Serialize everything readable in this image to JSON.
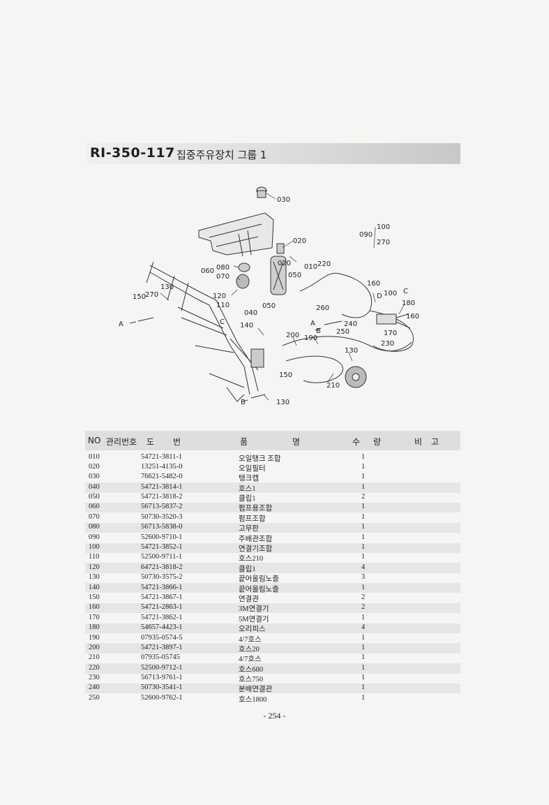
{
  "header": {
    "code": "RI-350-117",
    "name": "집중주유장치 그룹 1"
  },
  "diagram": {
    "callouts": {
      "c030": "030",
      "c020": "020",
      "c010": "010",
      "c050a": "050",
      "c220": "220",
      "c100a": "100",
      "c270a": "270",
      "c090": "090",
      "c060": "060",
      "c080": "080",
      "c070": "070",
      "c020b": "020",
      "c130a": "130",
      "c270b": "270",
      "c150a": "150",
      "c120": "120",
      "c110": "110",
      "c040": "040",
      "c050b": "050",
      "c160a": "160",
      "c100b": "100",
      "c180": "180",
      "c160b": "160",
      "c260": "260",
      "c240": "240",
      "c250": "250",
      "c170": "170",
      "c230": "230",
      "c140": "140",
      "c200": "200",
      "c190": "190",
      "c130b": "130",
      "c150b": "150",
      "c210": "210",
      "c130c": "130",
      "lA1": "A",
      "lA2": "A",
      "lB1": "B",
      "lB2": "B",
      "lC1": "C",
      "lC2": "C",
      "lD": "D"
    }
  },
  "table": {
    "headers": {
      "no": "NO",
      "mgmt": "관리번호",
      "drawing_a": "도",
      "drawing_b": "번",
      "name_a": "품",
      "name_b": "명",
      "qty_a": "수",
      "qty_b": "량",
      "note_a": "비",
      "note_b": "고"
    },
    "rows": [
      {
        "no": "010",
        "part": "54721-3811-1",
        "name": "오일탱크 조합",
        "qty": "1"
      },
      {
        "no": "020",
        "part": "13251-4135-0",
        "name": "오일필터",
        "qty": "1"
      },
      {
        "no": "030",
        "part": "76621-5482-0",
        "name": "탱크캡",
        "qty": "1"
      },
      {
        "no": "040",
        "part": "54721-3814-1",
        "name": "호스1",
        "qty": "1"
      },
      {
        "no": "050",
        "part": "54721-3818-2",
        "name": "클립1",
        "qty": "2"
      },
      {
        "no": "060",
        "part": "56713-5837-2",
        "name": "펌프용조합",
        "qty": "1"
      },
      {
        "no": "070",
        "part": "50730-3520-3",
        "name": "펌프조합",
        "qty": "1"
      },
      {
        "no": "080",
        "part": "56713-5838-0",
        "name": "고무판",
        "qty": "1"
      },
      {
        "no": "090",
        "part": "52600-9710-1",
        "name": "주배관조합",
        "qty": "1"
      },
      {
        "no": "100",
        "part": "54721-3852-1",
        "name": "연결기조합",
        "qty": "1"
      },
      {
        "no": "110",
        "part": "52500-9711-1",
        "name": "호스210",
        "qty": "1"
      },
      {
        "no": "120",
        "part": "64721-3818-2",
        "name": "클립1",
        "qty": "4"
      },
      {
        "no": "130",
        "part": "50730-3575-2",
        "name": "끝어올림노즐",
        "qty": "3"
      },
      {
        "no": "140",
        "part": "54721-3866-1",
        "name": "끝어올림노즐",
        "qty": "1"
      },
      {
        "no": "150",
        "part": "54721-3867-1",
        "name": "연결관",
        "qty": "2"
      },
      {
        "no": "160",
        "part": "54721-2863-1",
        "name": "3M연결기",
        "qty": "2"
      },
      {
        "no": "170",
        "part": "54721-3862-1",
        "name": "5M연결기",
        "qty": "1"
      },
      {
        "no": "180",
        "part": "54657-4423-1",
        "name": "오리피스",
        "qty": "4"
      },
      {
        "no": "190",
        "part": "07935-0574-5",
        "name": "4/7호스",
        "qty": "1"
      },
      {
        "no": "200",
        "part": "54721-3897-1",
        "name": "호스20",
        "qty": "1"
      },
      {
        "no": "210",
        "part": "07935-05745",
        "name": "4/7호스",
        "qty": "1"
      },
      {
        "no": "220",
        "part": "52500-9712-1",
        "name": "호스680",
        "qty": "1"
      },
      {
        "no": "230",
        "part": "56713-9761-1",
        "name": "호스750",
        "qty": "1"
      },
      {
        "no": "240",
        "part": "50730-3541-1",
        "name": "분배연결관",
        "qty": "1"
      },
      {
        "no": "250",
        "part": "52600-9762-1",
        "name": "호스1800",
        "qty": "1"
      }
    ]
  },
  "footer": {
    "page": "- 254 -"
  }
}
